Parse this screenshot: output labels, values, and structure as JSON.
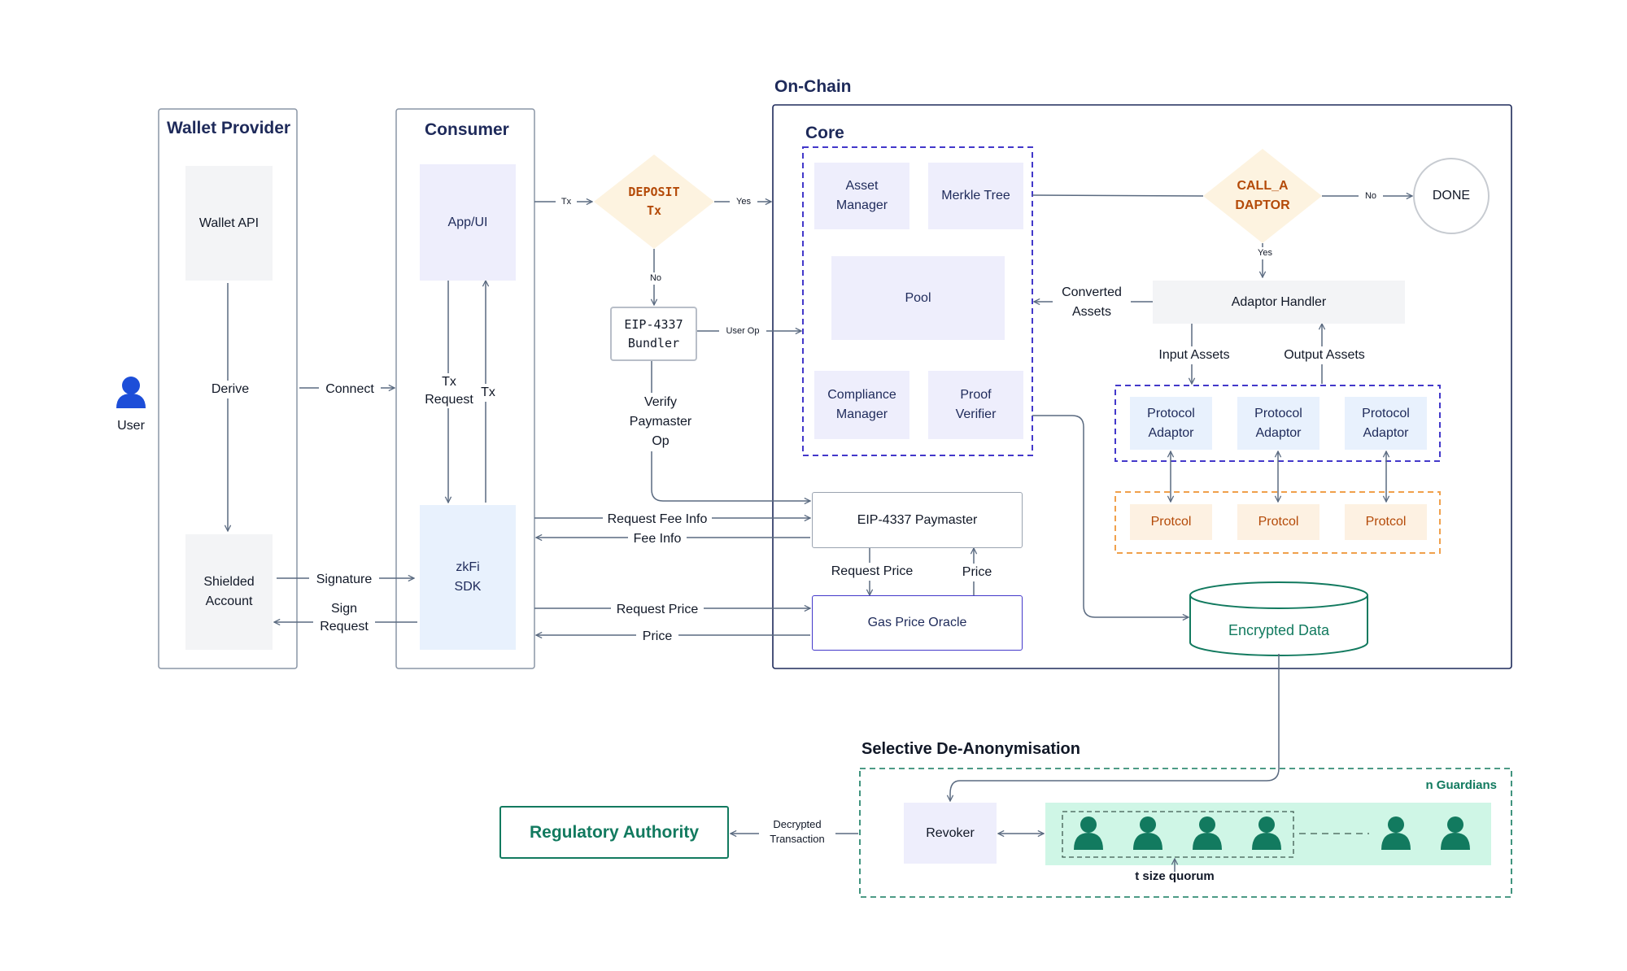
{
  "titles": {
    "wallet_provider": "Wallet Provider",
    "consumer": "Consumer",
    "on_chain": "On-Chain",
    "core": "Core",
    "selective": "Selective De-Anonymisation"
  },
  "nodes": {
    "wallet_api": "Wallet API",
    "shielded_account": "Shielded\nAccount",
    "user": "User",
    "app_ui": "App/UI",
    "zkfi_sdk": "zkFi\nSDK",
    "deposit_tx": "DEPOSIT\nTx",
    "bundler": "EIP-4337\nBundler",
    "asset_manager": "Asset\nManager",
    "merkle_tree": "Merkle Tree",
    "pool": "Pool",
    "compliance_manager": "Compliance\nManager",
    "proof_verifier": "Proof\nVerifier",
    "call_adaptor": "CALL_A\nDAPTOR",
    "done": "DONE",
    "adaptor_handler": "Adaptor Handler",
    "protocol_adaptor": "Protocol\nAdaptor",
    "protocol": "Protcol",
    "paymaster": "EIP-4337 Paymaster",
    "gas_oracle": "Gas Price Oracle",
    "encrypted_data": "Encrypted Data",
    "regulatory": "Regulatory Authority",
    "revoker": "Revoker",
    "n_guardians": "n Guardians",
    "quorum": "t size quorum"
  },
  "edges": {
    "derive": "Derive",
    "connect": "Connect",
    "tx_request": "Tx\nRequest",
    "tx": "Tx",
    "signature": "Signature",
    "sign_request": "Sign\nRequest",
    "tx_short": "Tx",
    "yes": "Yes",
    "no": "No",
    "user_op": "User Op",
    "verify_paymaster": "Verify\nPaymaster\nOp",
    "request_fee_info": "Request Fee Info",
    "fee_info": "Fee Info",
    "request_price": "Request Price",
    "price": "Price",
    "converted_assets": "Converted\nAssets",
    "input_assets": "Input Assets",
    "output_assets": "Output Assets",
    "decrypted_tx": "Decrypted\nTransaction"
  },
  "colors": {
    "navy": "#1e2a5a",
    "indigo": "#4338ca",
    "lavender": "#eeeefc",
    "lightblue": "#e8f1fd",
    "grey_box": "#f3f4f6",
    "diamond": "#fdf3e0",
    "diamond_text": "#b44a08",
    "peach": "#fdf1e2",
    "orange": "#f0a04b",
    "teal": "#127a5f",
    "mint": "#cff6e6",
    "line": "#5a6a80"
  }
}
